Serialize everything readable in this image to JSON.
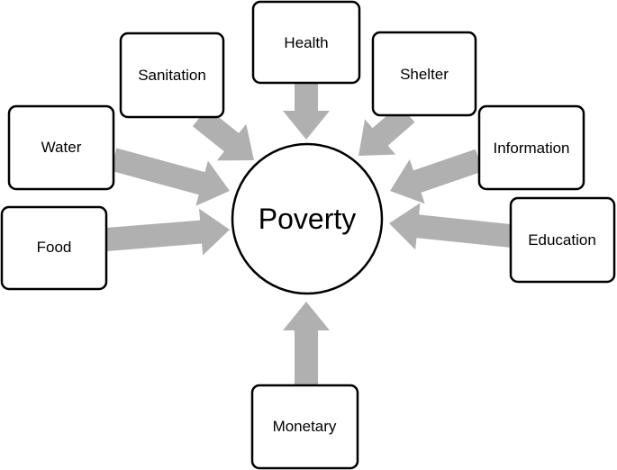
{
  "diagram": {
    "center": {
      "label": "Poverty"
    },
    "nodes": [
      {
        "id": "health",
        "label": "Health"
      },
      {
        "id": "sanitation",
        "label": "Sanitation"
      },
      {
        "id": "shelter",
        "label": "Shelter"
      },
      {
        "id": "water",
        "label": "Water"
      },
      {
        "id": "information",
        "label": "Information"
      },
      {
        "id": "food",
        "label": "Food"
      },
      {
        "id": "education",
        "label": "Education"
      },
      {
        "id": "monetary",
        "label": "Monetary"
      }
    ],
    "colors": {
      "arrow": "#b0b0b0",
      "box_stroke": "#000000",
      "box_fill": "#ffffff"
    }
  }
}
